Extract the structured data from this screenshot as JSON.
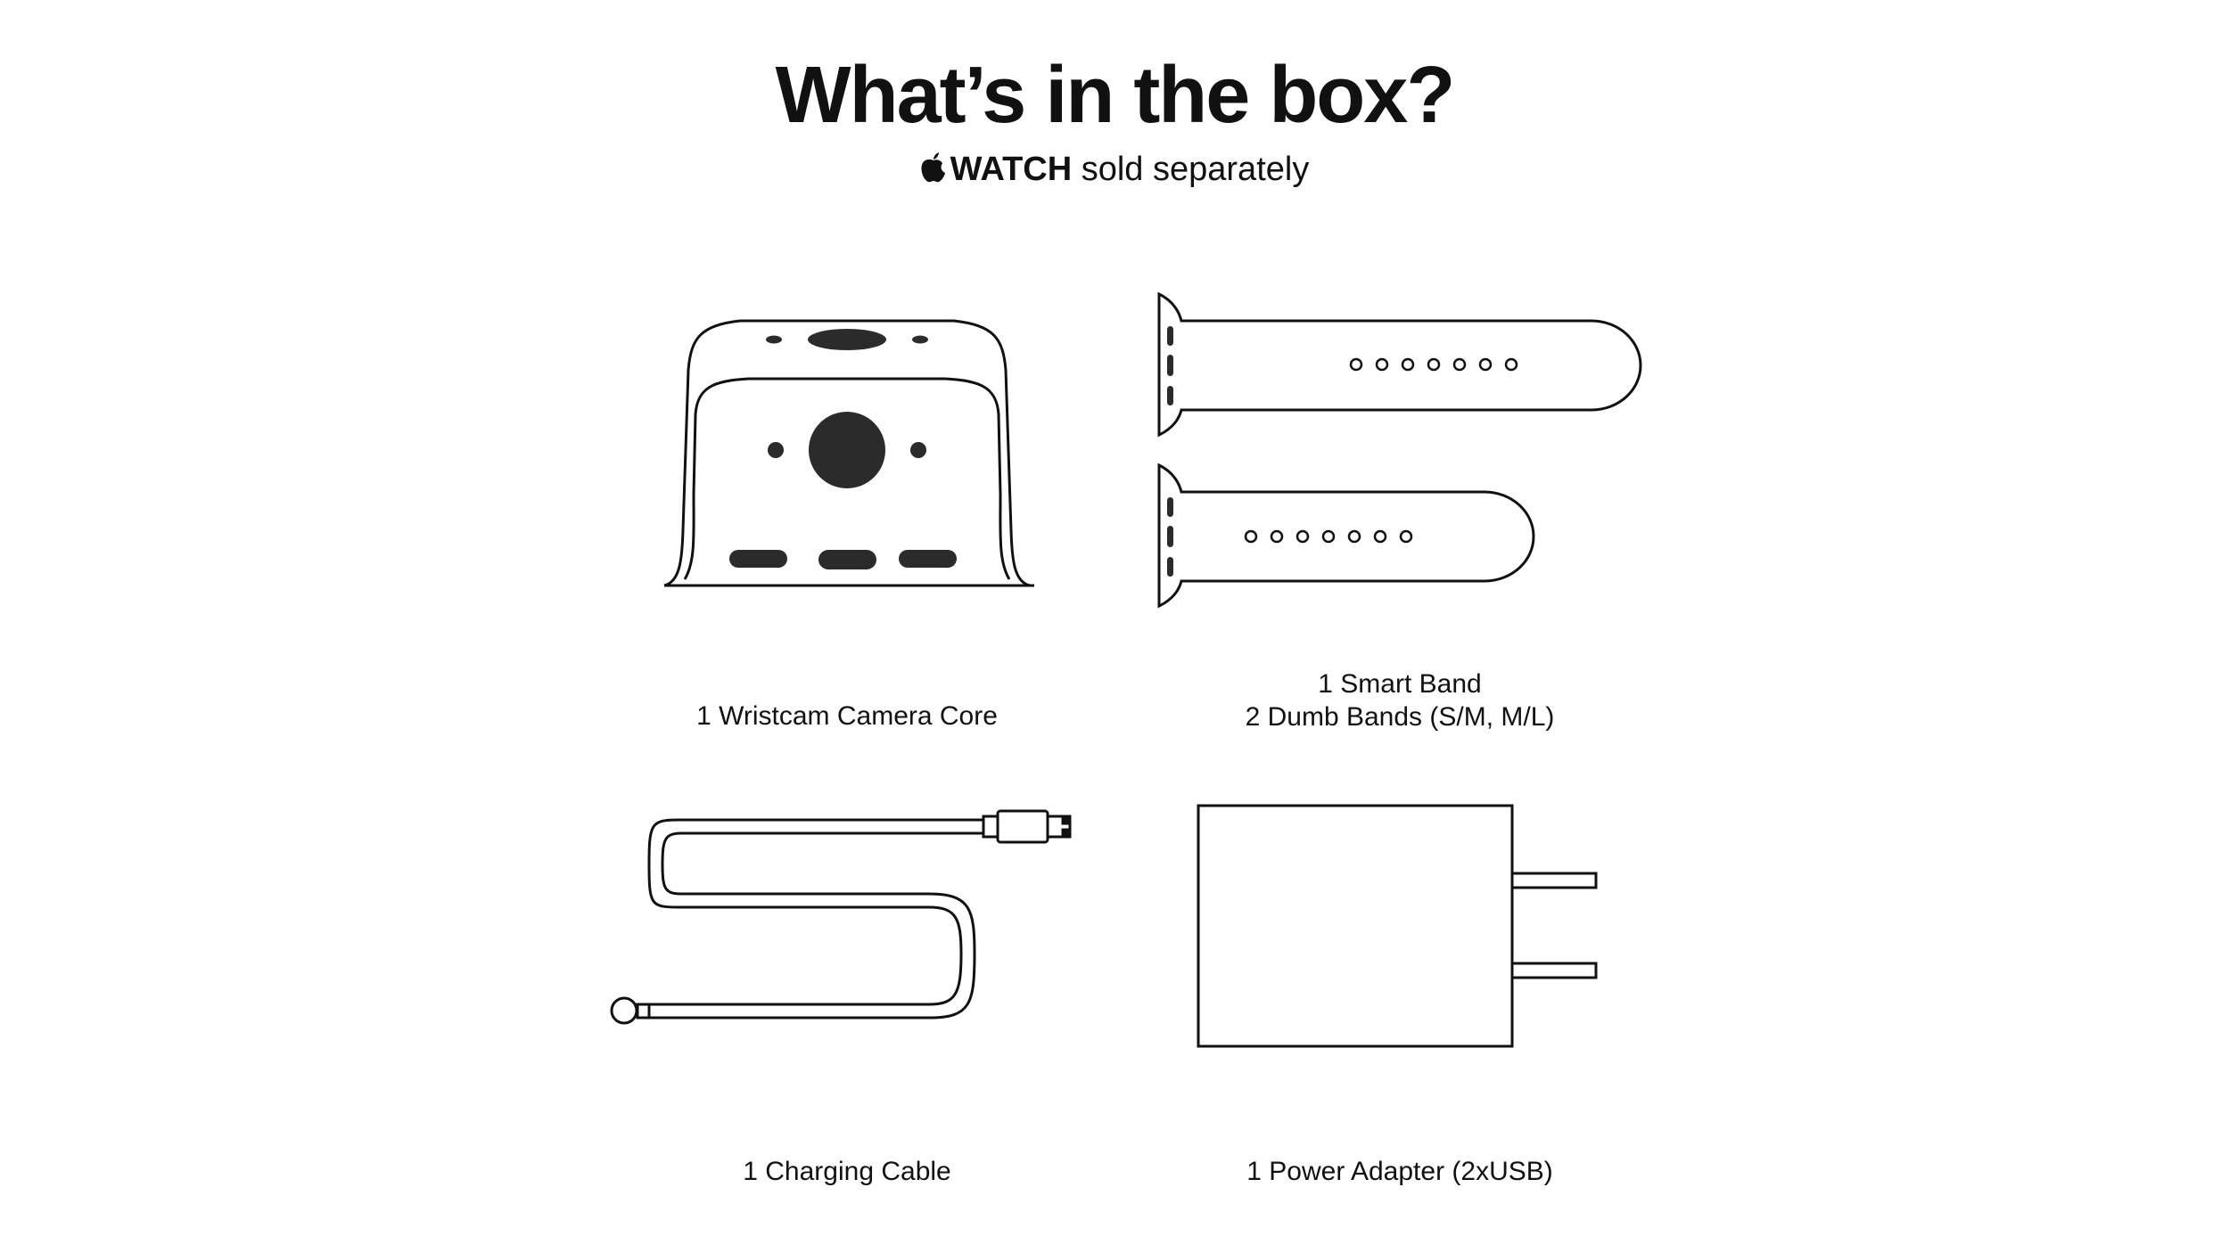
{
  "header": {
    "title": "What’s in the box?",
    "subtitle_brand": "WATCH",
    "subtitle_rest": "sold separately",
    "logo_icon": "apple-logo-icon"
  },
  "items": {
    "camera_core": {
      "caption": "1 Wristcam Camera Core",
      "icon": "camera-core-icon"
    },
    "bands": {
      "caption_line1": "1 Smart Band",
      "caption_line2": "2 Dumb Bands (S/M, M/L)",
      "icon": "watch-band-icon"
    },
    "cable": {
      "caption": "1 Charging Cable",
      "icon": "usb-cable-icon"
    },
    "adapter": {
      "caption": "1 Power Adapter (2xUSB)",
      "icon": "power-adapter-icon"
    }
  },
  "colors": {
    "ink": "#111111",
    "fill": "#2b2b2b",
    "background": "#ffffff"
  }
}
